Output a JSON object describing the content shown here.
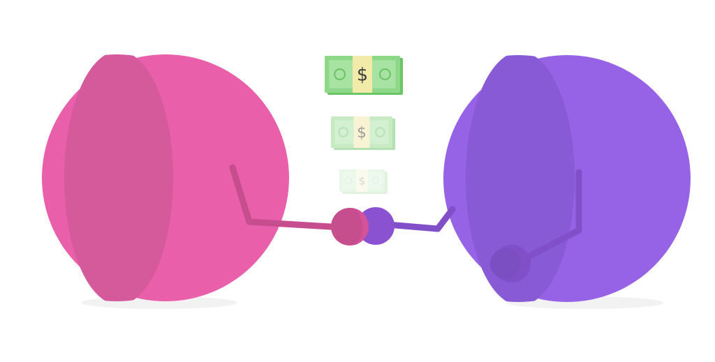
{
  "scene": {
    "background": "#ffffff",
    "colors": {
      "pink_main": "#e95faa",
      "pink_shade": "#d45a9c",
      "pink_arm": "#c64d8e",
      "purple_main": "#9663e6",
      "purple_shade": "#885ad6",
      "purple_arm": "#8150c8",
      "purple_fist": "#7b4fc2",
      "shadow": "#f2f2f2",
      "bill_green": "#8ed889",
      "bill_dark": "#6cc468",
      "bill_band": "#f2eaa8"
    },
    "bills": [
      {
        "symbol": "$",
        "opacity": 1.0
      },
      {
        "symbol": "$",
        "opacity": 0.5
      },
      {
        "symbol": "$",
        "opacity": 0.2
      }
    ]
  }
}
